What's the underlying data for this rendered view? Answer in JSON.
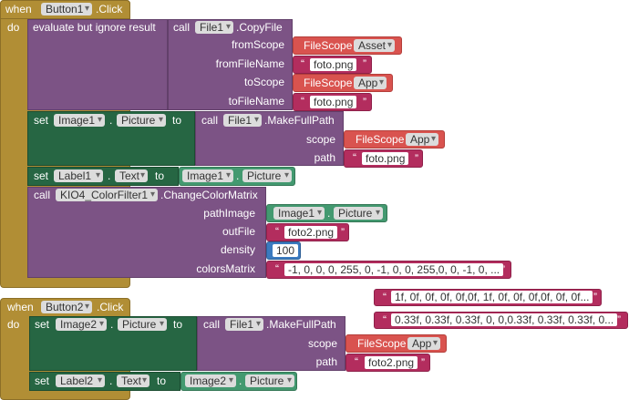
{
  "labels": {
    "when": "when",
    "do": "do",
    "click": ".Click",
    "call": "call",
    "set": "set",
    "to": "to",
    "dot": ".",
    "evaluate": "evaluate but ignore result",
    "copyfile": ".CopyFile",
    "makefullpath": ".MakeFullPath",
    "changecolormatrix": ".ChangeColorMatrix",
    "fromScope": "fromScope",
    "fromFileName": "fromFileName",
    "toScope": "toScope",
    "toFileName": "toFileName",
    "scope": "scope",
    "path": "path",
    "pathImage": "pathImage",
    "outFile": "outFile",
    "density": "density",
    "colorsMatrix": "colorsMatrix",
    "FileScope": "FileScope",
    "quote_open": "“",
    "quote_close": "”"
  },
  "components": {
    "Button1": "Button1",
    "Button2": "Button2",
    "File1": "File1",
    "Image1": "Image1",
    "Image2": "Image2",
    "Label1": "Label1",
    "Label2": "Label2",
    "KIO4": "KIO4_ColorFilter1",
    "Picture": "Picture",
    "Text": "Text"
  },
  "values": {
    "Asset": "Asset",
    "App": "App",
    "foto": "foto.png",
    "foto2": "foto2.png",
    "density": "100",
    "matrix1": "-1, 0, 0, 0, 255, 0, -1, 0, 0, 255,0, 0, -1, 0, ...",
    "matrix2": "1f, 0f, 0f, 0f, 0f,0f, 1f, 0f, 0f, 0f,0f, 0f, 0f...",
    "matrix3": "0.33f, 0.33f, 0.33f, 0, 0,0.33f, 0.33f, 0.33f, 0..."
  }
}
